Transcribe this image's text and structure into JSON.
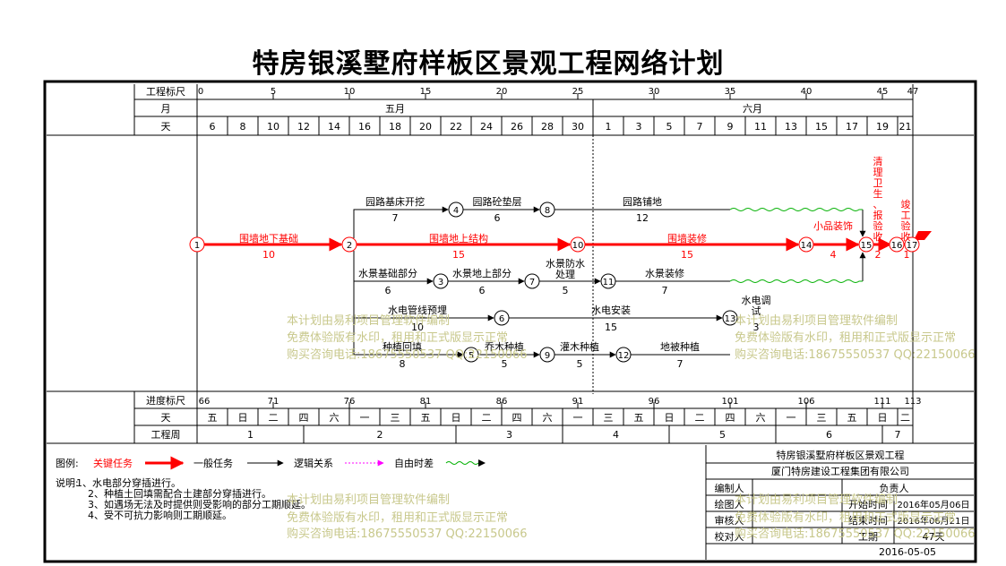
{
  "title": "特房银溪墅府样板区景观工程网络计划",
  "header": {
    "scale_label": "工程标尺",
    "month_label": "月",
    "day_label": "天",
    "scale_ticks": [
      "0",
      "5",
      "10",
      "15",
      "20",
      "25",
      "30",
      "35",
      "40",
      "45",
      "47"
    ],
    "months": [
      "五月",
      "六月"
    ],
    "days": [
      "6",
      "8",
      "10",
      "12",
      "14",
      "16",
      "18",
      "20",
      "22",
      "24",
      "26",
      "28",
      "30",
      "1",
      "3",
      "5",
      "7",
      "9",
      "11",
      "13",
      "15",
      "17",
      "19",
      "21"
    ]
  },
  "footer": {
    "progress_label": "进度标尺",
    "weekday_label": "天",
    "week_label": "工程周",
    "progress_ticks": [
      "66",
      "71",
      "76",
      "81",
      "86",
      "91",
      "96",
      "101",
      "106",
      "111",
      "113"
    ],
    "weekdays": [
      "五",
      "日",
      "二",
      "四",
      "六",
      "一",
      "三",
      "五",
      "日",
      "二",
      "四",
      "六",
      "一",
      "三",
      "五",
      "日",
      "二",
      "四",
      "六",
      "一",
      "三",
      "五",
      "日",
      "二"
    ],
    "weeks": [
      "1",
      "2",
      "3",
      "4",
      "5",
      "6",
      "7"
    ]
  },
  "nodes": [
    "1",
    "2",
    "3",
    "4",
    "5",
    "6",
    "7",
    "8",
    "9",
    "10",
    "11",
    "12",
    "13",
    "14",
    "15",
    "16",
    "17"
  ],
  "tasks": {
    "t1": {
      "name": "围墙地下基础",
      "dur": "10"
    },
    "t2": {
      "name": "围墙地上结构",
      "dur": "15"
    },
    "t3": {
      "name": "围墙装修",
      "dur": "15"
    },
    "t4": {
      "name": "小品装饰",
      "dur": "4"
    },
    "t5": {
      "name": "清理卫生、报验收",
      "dur": "2"
    },
    "t6": {
      "name": "竣工验收",
      "dur": "1"
    },
    "t7": {
      "name": "园路基床开挖",
      "dur": "7"
    },
    "t8": {
      "name": "园路砼垫层",
      "dur": "6"
    },
    "t9": {
      "name": "园路铺地",
      "dur": "12"
    },
    "t10": {
      "name": "水景基础部分",
      "dur": "6"
    },
    "t11": {
      "name": "水景地上部分",
      "dur": "6"
    },
    "t12": {
      "name": "水景防水处理",
      "dur": "5"
    },
    "t13": {
      "name": "水景装修",
      "dur": "7"
    },
    "t14": {
      "name": "水电管线预埋",
      "dur": "10"
    },
    "t15": {
      "name": "水电安装",
      "dur": "15"
    },
    "t16": {
      "name": "水电调试",
      "dur": "3"
    },
    "t17": {
      "name": "种植回填",
      "dur": "8"
    },
    "t18": {
      "name": "乔木种植",
      "dur": "5"
    },
    "t19": {
      "name": "灌木种植",
      "dur": "5"
    },
    "t20": {
      "name": "地被种植",
      "dur": "7"
    }
  },
  "watermark": {
    "line1": "本计划由易利项目管理软件编制",
    "line2": "免费体验版有水印，租用和正式版显示正常",
    "line3": "购买咨询电话:18675550537 QQ:22150066"
  },
  "legend": {
    "label": "图例:",
    "critical": "关键任务",
    "normal": "一般任务",
    "logic": "逻辑关系",
    "float": "自由时差"
  },
  "notes": {
    "label": "说明:",
    "items": [
      "1、水电部分穿插进行。",
      "2、种植土回填需配合土建部分穿插进行。",
      "3、如遇场无法及时提供则受影响的部分工期顺延。",
      "4、受不可抗力影响则工期顺延。"
    ]
  },
  "titleblock": {
    "project": "特房银溪墅府样板区景观工程",
    "company": "厦门特房建设工程集团有限公司",
    "prepared_by": "编制人",
    "responsible": "负责人",
    "drawn_by": "绘图人",
    "start_label": "开始时间",
    "start_value": "2016年05月06日",
    "reviewed_by": "审核人",
    "end_label": "结束时间",
    "end_value": "2016年06月21日",
    "checked_by": "校对人",
    "duration_label": "工期",
    "duration_value": "47天",
    "date": "2016-05-05"
  },
  "colors": {
    "critical": "#ff0000",
    "normal": "#000000",
    "logic": "#ff00ff",
    "float": "#00b000",
    "watermark": "#c8c88c"
  }
}
